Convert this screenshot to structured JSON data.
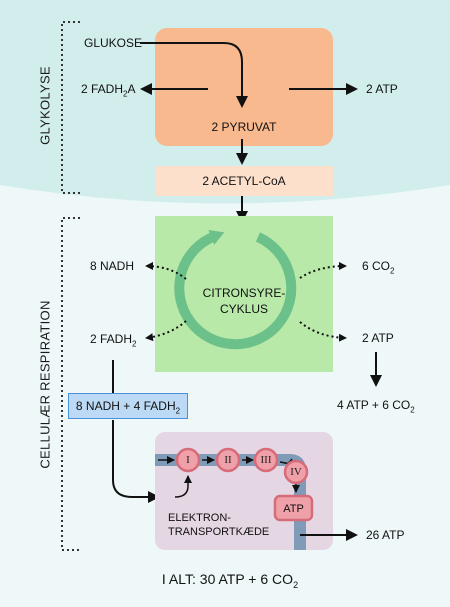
{
  "sections": {
    "glycolysis_label": "GLYKOLYSE",
    "respiration_label": "CELLULÆR RESPIRATION"
  },
  "glycolysis": {
    "input": "GLUKOSE",
    "left_output": "2 FADH",
    "left_output_sub": "2",
    "left_output_tail": "A",
    "right_output": "2 ATP",
    "product": "2 PYRUVAT",
    "acetyl": "2 ACETYL-CoA"
  },
  "citric_cycle": {
    "name_line1": "CITRONSYRE-",
    "name_line2": "CYKLUS",
    "out_nadh": "8 NADH",
    "out_fadh": "2 FADH",
    "out_fadh_sub": "2",
    "out_co2": "6 CO",
    "out_co2_sub": "2",
    "out_atp": "2 ATP",
    "sum_prefix": "4 ATP + 6 CO",
    "sum_sub": "2"
  },
  "carrier_box": {
    "text": "8 NADH + 4 FADH",
    "sub": "2"
  },
  "etc": {
    "label_line1": "ELEKTRON-",
    "label_line2": "TRANSPORTKÆDE",
    "complexes": [
      "I",
      "II",
      "III",
      "IV"
    ],
    "atp_synthase": "ATP",
    "output": "26 ATP"
  },
  "total": {
    "prefix": "I ALT: 30 ATP + 6 CO",
    "sub": "2"
  },
  "colors": {
    "top_bg": "#d2eeec",
    "bottom_bg": "#eef8f8",
    "glycolysis_box": "#f9b98f",
    "acetyl_box": "#fde0cc",
    "cycle_box": "#b9e9a8",
    "cycle_arrow": "#6cc08a",
    "etc_box": "#e5d6e3",
    "membrane": "#7f9bb8",
    "complex_fill": "#efa0a8",
    "complex_stroke": "#d66b7a",
    "carrier_box": "#bcd9f5"
  }
}
